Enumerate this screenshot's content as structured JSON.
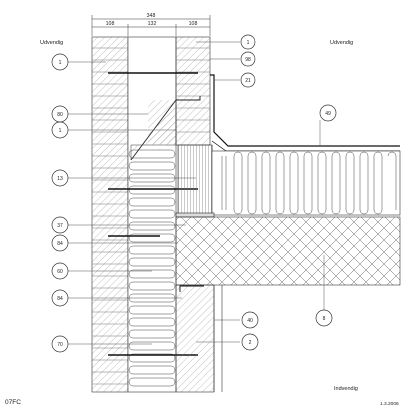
{
  "dimensions": {
    "total": "348",
    "left": "108",
    "middle": "132",
    "right": "108"
  },
  "labels": {
    "outside_left": "Udvendig",
    "outside_right": "Udvendig",
    "inside": "Indvendig"
  },
  "drawing_code": "07FC",
  "date": "1.3.2006",
  "callouts_left": [
    "1",
    "80",
    "1",
    "13",
    "37",
    "84",
    "60",
    "84",
    "70"
  ],
  "callouts_right": [
    "1",
    "98",
    "21",
    "49",
    "8",
    "40",
    "2"
  ],
  "colors": {
    "line": "#333333",
    "hatch": "#777777",
    "background": "#ffffff"
  }
}
